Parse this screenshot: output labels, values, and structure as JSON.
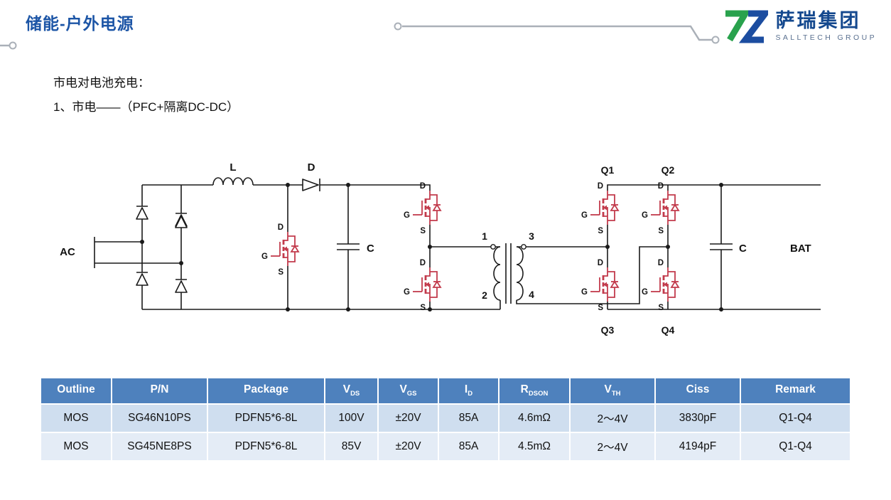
{
  "header": {
    "title": "储能-户外电源",
    "logo_name": "萨瑞集团",
    "logo_subtext": "SALLTECH GROUP"
  },
  "intro": {
    "line1": "市电对电池充电：",
    "line2": "1、市电——（PFC+隔离DC-DC）"
  },
  "circuit": {
    "labels": {
      "ac": "AC",
      "bat": "BAT",
      "inductor": "L",
      "boost_diode": "D",
      "bus_cap": "C",
      "out_cap": "C",
      "gate": "G",
      "drain": "D",
      "source": "S",
      "q1": "Q1",
      "q2": "Q2",
      "q3": "Q3",
      "q4": "Q4",
      "xfmr_1": "1",
      "xfmr_2": "2",
      "xfmr_3": "3",
      "xfmr_4": "4"
    }
  },
  "table": {
    "headers": [
      {
        "main": "Outline",
        "sub": ""
      },
      {
        "main": "P/N",
        "sub": ""
      },
      {
        "main": "Package",
        "sub": ""
      },
      {
        "main": "V",
        "sub": "DS"
      },
      {
        "main": "V",
        "sub": "GS"
      },
      {
        "main": "I",
        "sub": "D"
      },
      {
        "main": "R",
        "sub": "DSON"
      },
      {
        "main": "V",
        "sub": "TH"
      },
      {
        "main": "Ciss",
        "sub": ""
      },
      {
        "main": "Remark",
        "sub": ""
      }
    ],
    "rows": [
      [
        "MOS",
        "SG46N10PS",
        "PDFN5*6-8L",
        "100V",
        "±20V",
        "85A",
        "4.6mΩ",
        "2～4V",
        "3830pF",
        "Q1-Q4"
      ],
      [
        "MOS",
        "SG45NE8PS",
        "PDFN5*6-8L",
        "85V",
        "±20V",
        "85A",
        "4.5mΩ",
        "2～4V",
        "4194pF",
        "Q1-Q4"
      ]
    ]
  },
  "colors": {
    "accent": "#1c55a6",
    "table-header": "#4e81bd",
    "row-a": "#cfdeef",
    "row-b": "#e4ecf6",
    "fet": "#c23b4c"
  }
}
